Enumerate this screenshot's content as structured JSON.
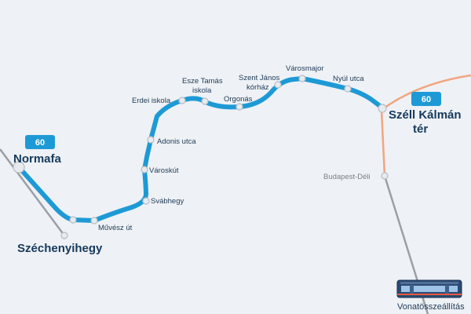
{
  "line_number": "60",
  "colors": {
    "background": "#eef1f5",
    "route": "#1d9ad6",
    "rail": "#9aa0a6",
    "tram": "#f2a57f",
    "stop_fill": "#e7eaee",
    "stop_stroke": "#b8bdc3"
  },
  "termini": {
    "start": "Normafa",
    "end_line1": "Széll Kálmán",
    "end_line2": "tér"
  },
  "stops": {
    "muvesz_ut": "Művész út",
    "svabhegy": "Svábhegy",
    "varoskut": "Városkút",
    "adonis_utca": "Adonis utca",
    "erdei_iskola": "Erdei iskola",
    "esze_tamas_1": "Esze Tamás",
    "esze_tamas_2": "iskola",
    "orgonas": "Orgonás",
    "szent_janos_1": "Szent János",
    "szent_janos_2": "kórház",
    "varosmajor": "Városmajor",
    "nyul_utca": "Nyúl utca"
  },
  "other_places": {
    "szechenyihegy": "Széchenyihegy",
    "budapest_deli": "Budapest-Déli"
  },
  "caption": "Vonatösszeállítás",
  "icon_name": "train-car-icon"
}
